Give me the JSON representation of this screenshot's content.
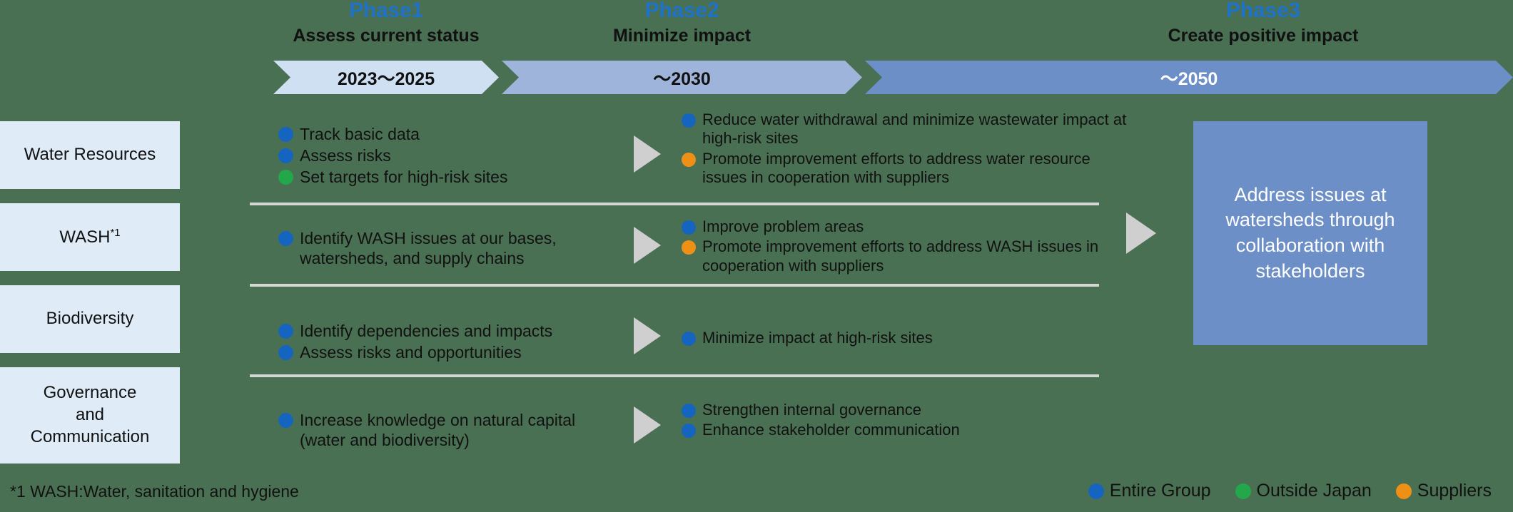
{
  "phases": [
    {
      "name": "Phase1",
      "subtitle": "Assess current status",
      "period": "2023～2025"
    },
    {
      "name": "Phase2",
      "subtitle": "Minimize impact",
      "period": "～2030"
    },
    {
      "name": "Phase3",
      "subtitle": "Create positive impact",
      "period": "～2050"
    }
  ],
  "categories": [
    {
      "label": "Water Resources",
      "note": ""
    },
    {
      "label": "WASH",
      "note": "*1"
    },
    {
      "label": "Biodiversity",
      "note": ""
    },
    {
      "label": "Governance\nand\nCommunication",
      "note": ""
    }
  ],
  "rows": [
    {
      "category": "Water Resources",
      "phase1": [
        {
          "marker": "blue",
          "text": "Track basic data"
        },
        {
          "marker": "blue",
          "text": "Assess risks"
        },
        {
          "marker": "green",
          "text": "Set targets for high-risk sites"
        }
      ],
      "phase2": [
        {
          "marker": "blue",
          "text": "Reduce water withdrawal and minimize wastewater impact at high-risk sites"
        },
        {
          "marker": "orange",
          "text": "Promote improvement efforts to address water resource issues in cooperation with suppliers"
        }
      ]
    },
    {
      "category": "WASH*1",
      "phase1": [
        {
          "marker": "blue",
          "text": "Identify WASH issues at our bases, watersheds, and supply chains"
        }
      ],
      "phase2": [
        {
          "marker": "blue",
          "text": "Improve problem areas"
        },
        {
          "marker": "orange",
          "text": "Promote improvement efforts to address WASH issues in cooperation with suppliers"
        }
      ]
    },
    {
      "category": "Biodiversity",
      "phase1": [
        {
          "marker": "blue",
          "text": "Identify dependencies and impacts"
        },
        {
          "marker": "blue",
          "text": "Assess risks and opportunities"
        }
      ],
      "phase2": [
        {
          "marker": "blue",
          "text": "Minimize impact at high-risk sites"
        }
      ]
    },
    {
      "category": "Governance and Communication",
      "phase1": [
        {
          "marker": "blue",
          "text": "Increase knowledge on natural capital (water and biodiversity)"
        }
      ],
      "phase2": [
        {
          "marker": "blue",
          "text": "Strengthen internal governance"
        },
        {
          "marker": "blue",
          "text": "Enhance stakeholder communication"
        }
      ]
    }
  ],
  "phase3_panel": {
    "text": "Address issues at watersheds through collaboration with stakeholders"
  },
  "footnote": "*1  WASH:Water, sanitation and hygiene",
  "legend": [
    {
      "marker": "blue",
      "label": "Entire Group"
    },
    {
      "marker": "green",
      "label": "Outside Japan"
    },
    {
      "marker": "orange",
      "label": "Suppliers"
    }
  ],
  "colors": {
    "background": "#4a7054",
    "phase_title": "#1e73c8",
    "band1": "#cfe0f2",
    "band2": "#9fb4db",
    "band3": "#6d8fc8",
    "category_box": "#dfecf8",
    "marker_blue": "#1565c0",
    "marker_green": "#22a84a",
    "marker_orange": "#ef9016",
    "connector_gray": "#cfcfcf",
    "divider": "#d3d6d3"
  }
}
